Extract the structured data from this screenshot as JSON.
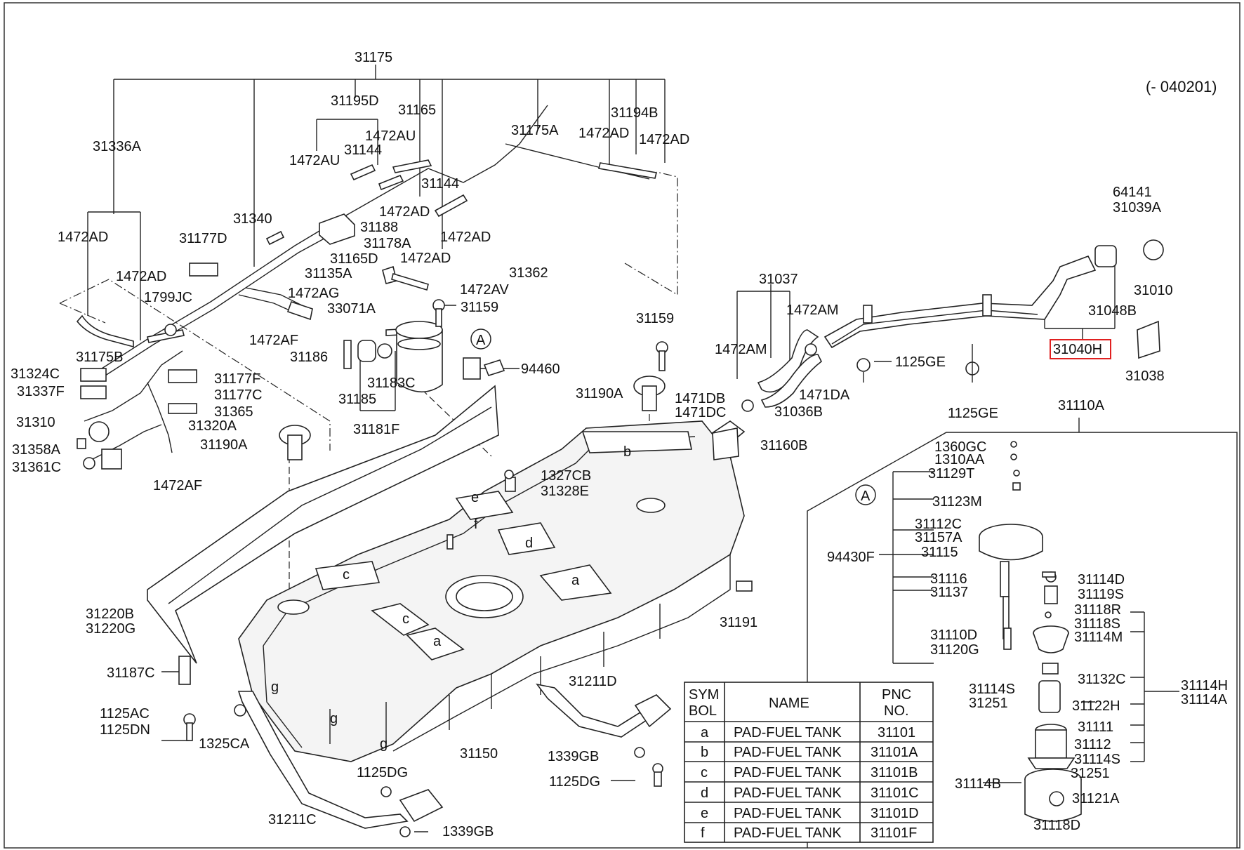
{
  "diagram": {
    "date_code": "(- 040201)",
    "section_marker": "A",
    "highlighted_part": "31040H",
    "highlight_color": "#e02020",
    "callouts": [
      {
        "id": "c1",
        "text": "31175"
      },
      {
        "id": "c2",
        "text": "31195D"
      },
      {
        "id": "c3",
        "text": "31165"
      },
      {
        "id": "c4",
        "text": "1472AU"
      },
      {
        "id": "c5",
        "text": "1472AU"
      },
      {
        "id": "c6",
        "text": "31144"
      },
      {
        "id": "c7",
        "text": "31144"
      },
      {
        "id": "c8",
        "text": "31194B"
      },
      {
        "id": "c9",
        "text": "31175A"
      },
      {
        "id": "c10",
        "text": "1472AD"
      },
      {
        "id": "c11",
        "text": "1472AD"
      },
      {
        "id": "c12",
        "text": "31336A"
      },
      {
        "id": "c13",
        "text": "31340"
      },
      {
        "id": "c14",
        "text": "1472AD"
      },
      {
        "id": "c15",
        "text": "31188"
      },
      {
        "id": "c16",
        "text": "1472AD"
      },
      {
        "id": "c17",
        "text": "31178A"
      },
      {
        "id": "c18",
        "text": "1472AD"
      },
      {
        "id": "c19",
        "text": "31165D"
      },
      {
        "id": "c20",
        "text": "31177D"
      },
      {
        "id": "c21",
        "text": "1472AD"
      },
      {
        "id": "c22",
        "text": "1472AD"
      },
      {
        "id": "c23",
        "text": "31135A"
      },
      {
        "id": "c24",
        "text": "31362"
      },
      {
        "id": "c25",
        "text": "1799JC"
      },
      {
        "id": "c26",
        "text": "1472AG"
      },
      {
        "id": "c27",
        "text": "1472AV"
      },
      {
        "id": "c28",
        "text": "33071A"
      },
      {
        "id": "c29",
        "text": "31159"
      },
      {
        "id": "c30",
        "text": "1472AF"
      },
      {
        "id": "c31",
        "text": "31175B"
      },
      {
        "id": "c32",
        "text": "31186"
      },
      {
        "id": "c33",
        "text": "31324C"
      },
      {
        "id": "c34",
        "text": "31177F"
      },
      {
        "id": "c35",
        "text": "31337F"
      },
      {
        "id": "c36",
        "text": "31177C"
      },
      {
        "id": "c37",
        "text": "31183C"
      },
      {
        "id": "c38",
        "text": "31185"
      },
      {
        "id": "c39",
        "text": "94460"
      },
      {
        "id": "c40",
        "text": "31365"
      },
      {
        "id": "c41",
        "text": "31310"
      },
      {
        "id": "c42",
        "text": "31320A"
      },
      {
        "id": "c43",
        "text": "31181F"
      },
      {
        "id": "c44",
        "text": "31358A"
      },
      {
        "id": "c45",
        "text": "31190A"
      },
      {
        "id": "c46",
        "text": "31361C"
      },
      {
        "id": "c47",
        "text": "1472AF"
      },
      {
        "id": "c48",
        "text": "31159"
      },
      {
        "id": "c49",
        "text": "31190A"
      },
      {
        "id": "c50",
        "text": "31037"
      },
      {
        "id": "c51",
        "text": "1472AM"
      },
      {
        "id": "c52",
        "text": "1472AM"
      },
      {
        "id": "c53",
        "text": "64141"
      },
      {
        "id": "c54",
        "text": "31039A"
      },
      {
        "id": "c55",
        "text": "31010"
      },
      {
        "id": "c56",
        "text": "31048B"
      },
      {
        "id": "c57",
        "text": "1125GE"
      },
      {
        "id": "c58",
        "text": "31038"
      },
      {
        "id": "c59",
        "text": "1471DB"
      },
      {
        "id": "c60",
        "text": "1471DA"
      },
      {
        "id": "c61",
        "text": "1471DC"
      },
      {
        "id": "c62",
        "text": "31036B"
      },
      {
        "id": "c63",
        "text": "1125GE"
      },
      {
        "id": "c64",
        "text": "31110A"
      },
      {
        "id": "c65",
        "text": "31160B"
      },
      {
        "id": "c66",
        "text": "1360GC"
      },
      {
        "id": "c67",
        "text": "1310AA"
      },
      {
        "id": "c68",
        "text": "31129T"
      },
      {
        "id": "c69",
        "text": "1327CB"
      },
      {
        "id": "c70",
        "text": "31328E"
      },
      {
        "id": "c71",
        "text": "31123M"
      },
      {
        "id": "c72",
        "text": "31112C"
      },
      {
        "id": "c73",
        "text": "31157A"
      },
      {
        "id": "c74",
        "text": "94430F"
      },
      {
        "id": "c75",
        "text": "31115"
      },
      {
        "id": "c76",
        "text": "31116"
      },
      {
        "id": "c77",
        "text": "31114D"
      },
      {
        "id": "c78",
        "text": "31137"
      },
      {
        "id": "c79",
        "text": "31119S"
      },
      {
        "id": "c80",
        "text": "31118R"
      },
      {
        "id": "c81",
        "text": "31220B"
      },
      {
        "id": "c82",
        "text": "31220G"
      },
      {
        "id": "c83",
        "text": "31191"
      },
      {
        "id": "c84",
        "text": "31118S"
      },
      {
        "id": "c85",
        "text": "31110D"
      },
      {
        "id": "c86",
        "text": "31114M"
      },
      {
        "id": "c87",
        "text": "31120G"
      },
      {
        "id": "c88",
        "text": "31187C"
      },
      {
        "id": "c89",
        "text": "31211D"
      },
      {
        "id": "c90",
        "text": "31132C"
      },
      {
        "id": "c91",
        "text": "31114H"
      },
      {
        "id": "c92",
        "text": "31114S"
      },
      {
        "id": "c93",
        "text": "31114A"
      },
      {
        "id": "c94",
        "text": "31251"
      },
      {
        "id": "c95",
        "text": "31122H"
      },
      {
        "id": "c96",
        "text": "1125AC"
      },
      {
        "id": "c97",
        "text": "1125DN"
      },
      {
        "id": "c98",
        "text": "31111"
      },
      {
        "id": "c99",
        "text": "1325CA"
      },
      {
        "id": "c100",
        "text": "31150"
      },
      {
        "id": "c101",
        "text": "1339GB"
      },
      {
        "id": "c102",
        "text": "31112"
      },
      {
        "id": "c103",
        "text": "31114S"
      },
      {
        "id": "c104",
        "text": "31251"
      },
      {
        "id": "c105",
        "text": "1125DG"
      },
      {
        "id": "c106",
        "text": "1125DG"
      },
      {
        "id": "c107",
        "text": "31114B"
      },
      {
        "id": "c108",
        "text": "31121A"
      },
      {
        "id": "c109",
        "text": "31211C"
      },
      {
        "id": "c110",
        "text": "1339GB"
      },
      {
        "id": "c111",
        "text": "31118D"
      }
    ],
    "pad_letters": {
      "a1": "a",
      "a2": "a",
      "b": "b",
      "c1": "c",
      "c2": "c",
      "d": "d",
      "e": "e",
      "f": "f",
      "g1": "g",
      "g2": "g",
      "g3": "g"
    }
  },
  "legend_table": {
    "headers": {
      "sym_line1": "SYM",
      "sym_line2": "BOL",
      "name": "NAME",
      "pnc_line1": "PNC",
      "pnc_line2": "NO."
    },
    "rows": [
      {
        "symbol": "a",
        "name": "PAD-FUEL TANK",
        "pnc": "31101"
      },
      {
        "symbol": "b",
        "name": "PAD-FUEL TANK",
        "pnc": "31101A"
      },
      {
        "symbol": "c",
        "name": "PAD-FUEL TANK",
        "pnc": "31101B"
      },
      {
        "symbol": "d",
        "name": "PAD-FUEL TANK",
        "pnc": "31101C"
      },
      {
        "symbol": "e",
        "name": "PAD-FUEL TANK",
        "pnc": "31101D"
      },
      {
        "symbol": "f",
        "name": "PAD-FUEL TANK",
        "pnc": "31101F"
      }
    ]
  }
}
